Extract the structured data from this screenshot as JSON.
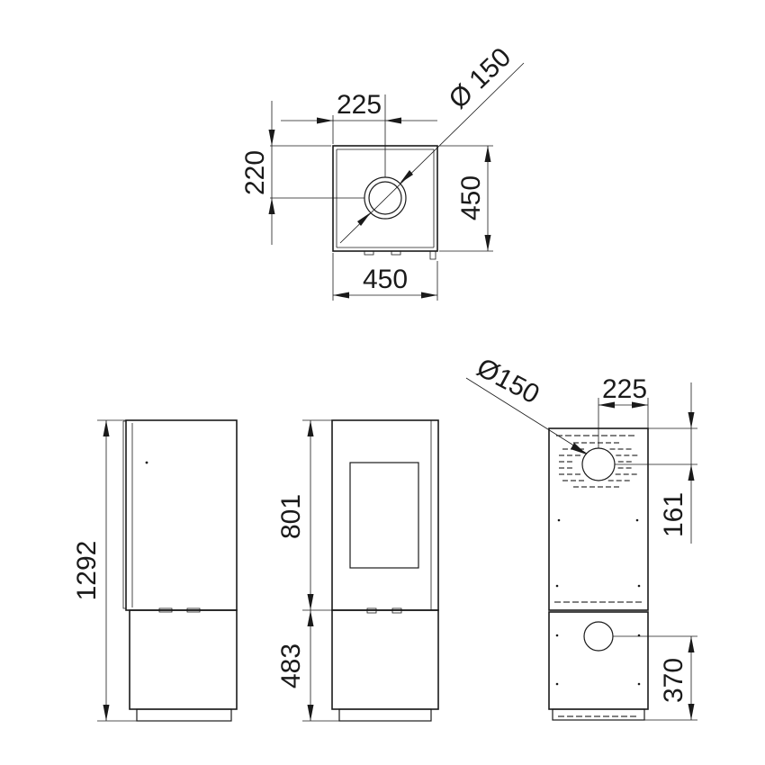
{
  "top_view": {
    "width_label": "450",
    "depth_label": "450",
    "flue_offset_x_label": "225",
    "flue_offset_y_label": "220",
    "flue_diameter_label": "Ø 150"
  },
  "side_view": {
    "total_height_label": "1292"
  },
  "front_view": {
    "upper_height_label": "801",
    "base_height_label": "483"
  },
  "rear_view": {
    "flue_diameter_label": "Ø150",
    "flue_offset_x_label": "225",
    "top_flue_height_label": "161",
    "air_inlet_height_label": "370"
  }
}
